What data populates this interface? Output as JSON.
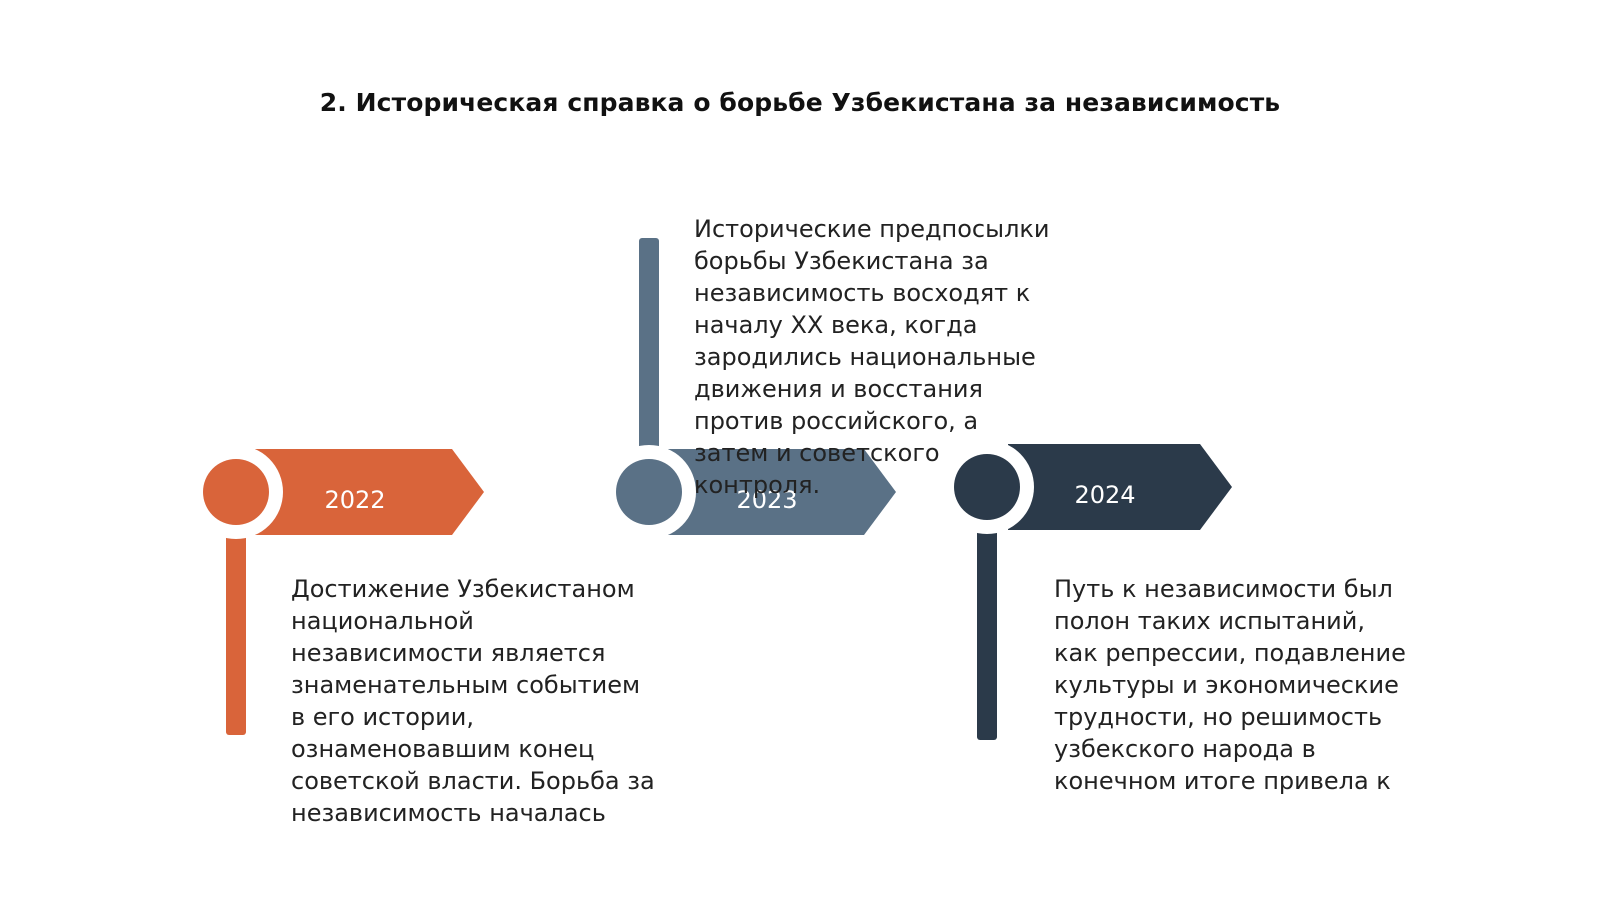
{
  "title": "2. Историческая справка о борьбе Узбекистана за независимость",
  "colors": {
    "orange": "#D9643A",
    "slate": "#5A7186",
    "navy": "#2B3A4A",
    "text": "#222222"
  },
  "milestones": [
    {
      "year": "2022",
      "text": "Достижение Узбекистаном национальной независимости является знаменательным событием в его истории, ознаменовавшим конец советской власти. Борьба за независимость началась"
    },
    {
      "year": "2023",
      "text": "Исторические предпосылки борьбы Узбекистана за независимость восходят к началу XX века, когда зародились национальные движения и восстания против российского, а затем и советского контроля."
    },
    {
      "year": "2024",
      "text": "Путь к независимости был полон таких испытаний, как репрессии, подавление культуры и экономические трудности, но решимость узбекского народа в конечном итоге привела к"
    }
  ]
}
